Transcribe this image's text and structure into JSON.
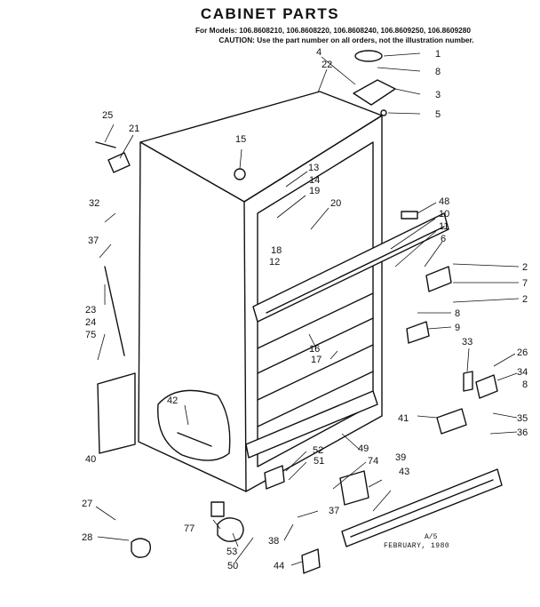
{
  "header": {
    "title": "CABINET PARTS",
    "models": "For Models: 106.8608210, 106.8608220, 106.8608240, 106.8609250, 106.8609280",
    "caution": "CAUTION: Use the part number on all orders, not the illustration number."
  },
  "callouts": {
    "c1": "1",
    "c8a": "8",
    "c3": "3",
    "c5": "5",
    "c4": "4",
    "c22": "22",
    "c25": "25",
    "c21": "21",
    "c15": "15",
    "c32": "32",
    "c13": "13",
    "c14": "14",
    "c19": "19",
    "c20": "20",
    "c48": "48",
    "c10": "10",
    "c11": "11",
    "c6": "6",
    "c37a": "37",
    "c18": "18",
    "c12": "12",
    "c2a": "2",
    "c7": "7",
    "c2b": "2",
    "c8b": "8",
    "c9": "9",
    "c23": "23",
    "c24": "24",
    "c75": "75",
    "c33": "33",
    "c16": "16",
    "c17": "17",
    "c26": "26",
    "c34": "34",
    "c8c": "8",
    "c42": "42",
    "c41": "41",
    "c35": "35",
    "c36": "36",
    "c49": "49",
    "c40": "40",
    "c52": "52",
    "c51": "51",
    "c74": "74",
    "c39": "39",
    "c43": "43",
    "c27": "27",
    "c37b": "37",
    "c77": "77",
    "c28": "28",
    "c38": "38",
    "c53": "53",
    "c50": "50",
    "c44": "44"
  },
  "footer": {
    "ref": "A/5",
    "date": "FEBRUARY, 1980"
  }
}
